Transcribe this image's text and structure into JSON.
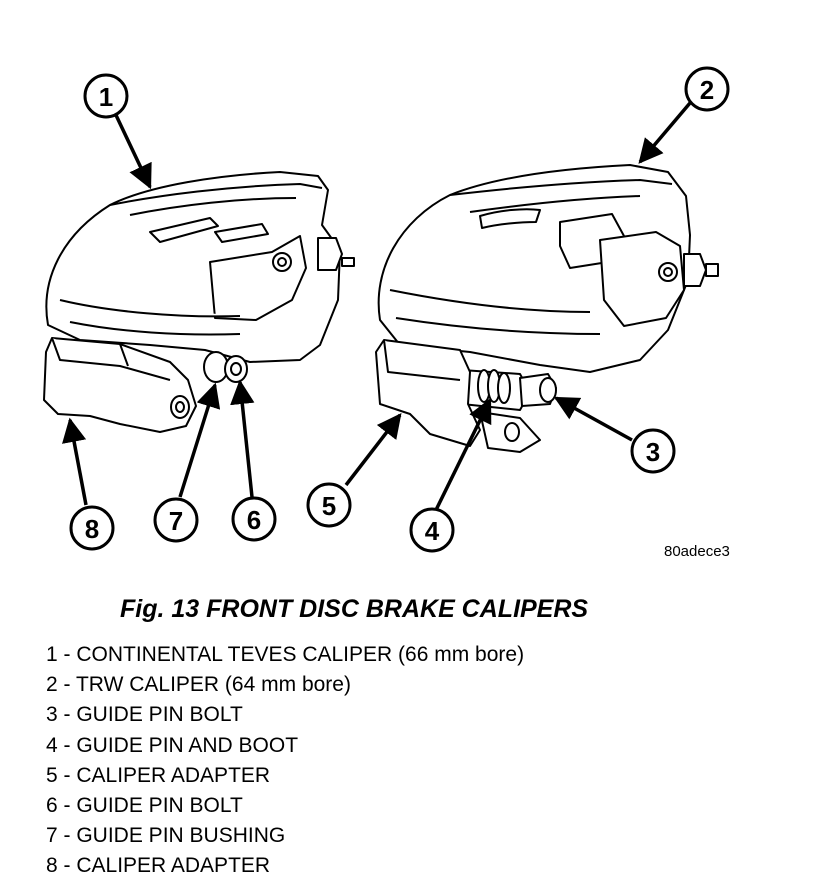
{
  "drawing_id": "80adece3",
  "caption": "Fig. 13 FRONT DISC BRAKE CALIPERS",
  "callouts": [
    "1",
    "2",
    "3",
    "4",
    "5",
    "6",
    "7",
    "8"
  ],
  "legend": [
    "1 - CONTINENTAL TEVES CALIPER (66 mm bore)",
    "2 - TRW CALIPER (64 mm bore)",
    "3 - GUIDE PIN BOLT",
    "4 - GUIDE PIN AND BOOT",
    "5 - CALIPER ADAPTER",
    "6 - GUIDE PIN BOLT",
    "7 - GUIDE PIN BUSHING",
    "8 - CALIPER ADAPTER"
  ]
}
